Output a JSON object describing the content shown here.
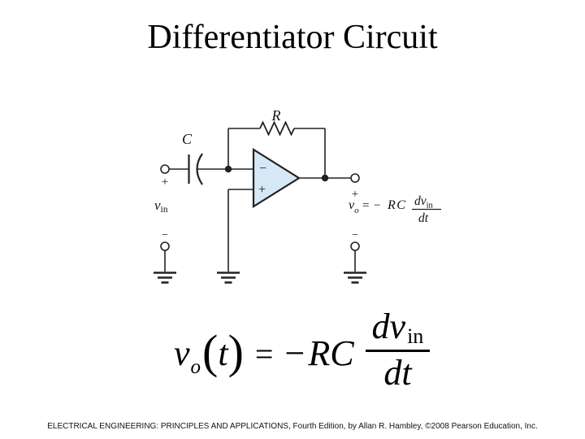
{
  "slide": {
    "title": "Differentiator Circuit",
    "footer": "ELECTRICAL ENGINEERING: PRINCIPLES AND APPLICATIONS, Fourth Edition, by Allan R. Hambley, ©2008 Pearson Education, Inc."
  },
  "circuit": {
    "colors": {
      "opamp_fill": "#d5e8f5",
      "line": "#222222"
    },
    "labels": {
      "resistor": "R",
      "capacitor": "C",
      "opamp_minus": "−",
      "opamp_plus": "+",
      "input_plus": "+",
      "input_minus": "−",
      "output_plus": "+",
      "output_minus": "−",
      "vin_base": "v",
      "vin_sub": "in"
    },
    "output_equation": {
      "v": "v",
      "sub_o": "o",
      "equals": "=",
      "minus": "−",
      "rc": "RC",
      "num": "dv",
      "num_sub": "in",
      "den": "dt"
    }
  },
  "main_equation": {
    "v": "v",
    "sub_o": "o",
    "lparen": "(",
    "t": "t",
    "rparen": ")",
    "equals": "=",
    "minus": "−",
    "rc": "RC",
    "frac": {
      "num": "dv",
      "num_sub": "in",
      "den": "dt"
    }
  }
}
